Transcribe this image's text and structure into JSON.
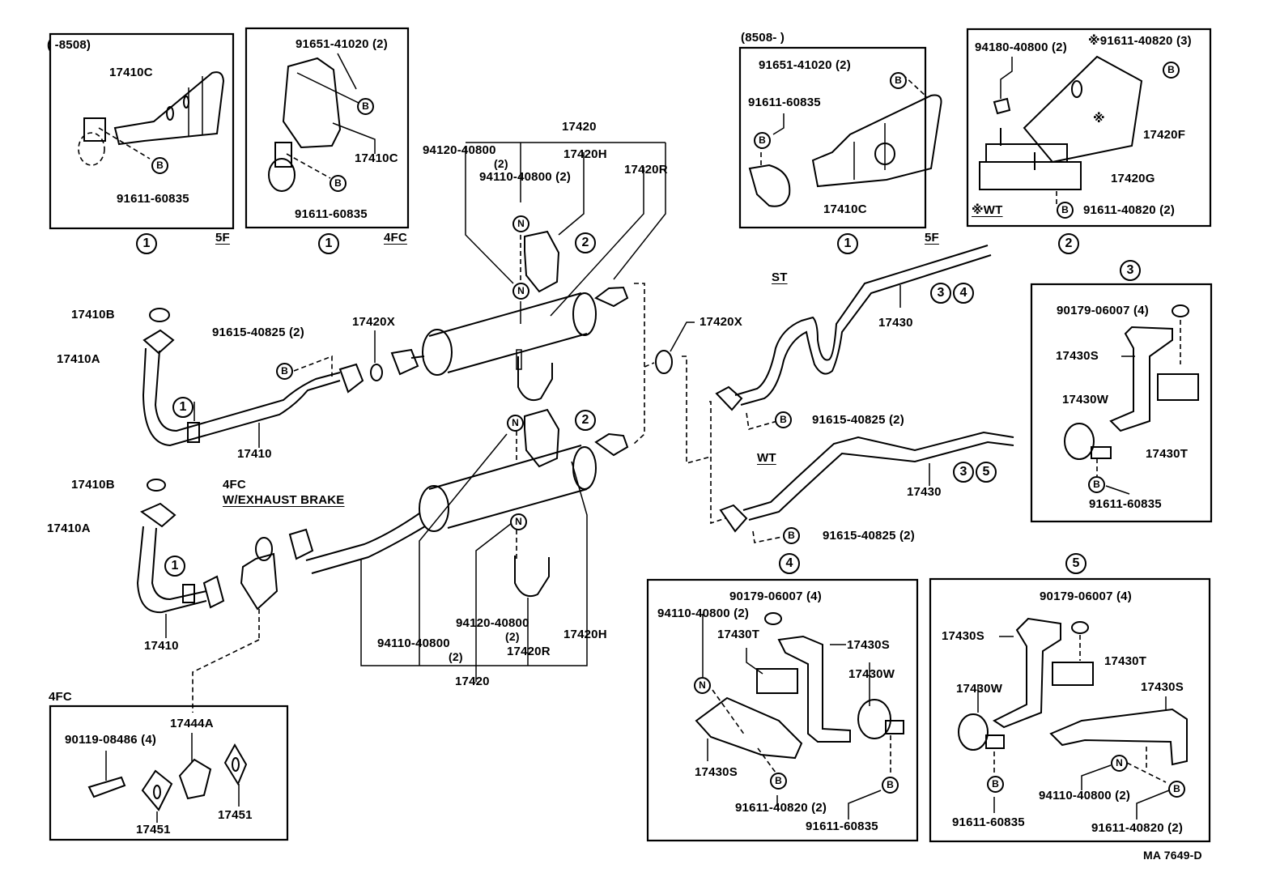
{
  "diagram": {
    "title_code": "MA 7649-D",
    "panels": {
      "p1_5f_early": {
        "date_range": "(       -8508)",
        "callout": "1",
        "variant": "5F",
        "labels": {
          "bracket": "17410C",
          "bolt": "91611-60835"
        },
        "marks": [
          "B"
        ]
      },
      "p1_4fc": {
        "callout": "1",
        "variant": "4FC",
        "labels": {
          "bolt_top": "91651-41020 (2)",
          "bracket": "17410C",
          "bolt_bottom": "91611-60835"
        },
        "marks": [
          "B",
          "B"
        ]
      },
      "p1_5f_late": {
        "date_range": "(8508-        )",
        "callout": "1",
        "variant": "5F",
        "labels": {
          "bolt_top": "91651-41020 (2)",
          "bolt_left": "91611-60835",
          "bracket": "17410C"
        },
        "marks": [
          "B",
          "B"
        ]
      },
      "p2_wt": {
        "callout": "2",
        "variant": "※WT",
        "labels": {
          "nut": "94180-40800 (2)",
          "bolt_top": "※91611-40820 (3)",
          "star": "※",
          "bracket_f": "17420F",
          "bracket_g": "17420G",
          "bolt_bottom": "91611-40820 (2)"
        },
        "marks": [
          "B",
          "B"
        ]
      },
      "p3": {
        "callout": "3",
        "labels": {
          "nut": "90179-06007 (4)",
          "bracket_s": "17430S",
          "clamp_w": "17430W",
          "mount_t": "17430T",
          "bolt": "91611-60835"
        },
        "marks": [
          "B"
        ]
      },
      "p4": {
        "callout": "4",
        "labels": {
          "nut": "90179-06007 (4)",
          "nut_n": "94110-40800 (2)",
          "mount_t": "17430T",
          "bracket_s_top": "17430S",
          "clamp_w": "17430W",
          "bracket_s_bottom": "17430S",
          "bolt_b1": "91611-40820 (2)",
          "bolt_b2": "91611-60835"
        },
        "marks": [
          "N",
          "B",
          "B"
        ]
      },
      "p5": {
        "callout": "5",
        "labels": {
          "nut": "90179-06007 (4)",
          "bracket_s_left": "17430S",
          "mount_t": "17430T",
          "clamp_w": "17430W",
          "bracket_s_right": "17430S",
          "nut_n": "94110-40800 (2)",
          "bolt_left": "91611-60835",
          "bolt_right": "91611-40820 (2)"
        },
        "marks": [
          "B",
          "N",
          "B"
        ]
      },
      "p_4fc_brake": {
        "variant": "4FC",
        "labels": {
          "bolt": "90119-08486 (4)",
          "valve": "17444A",
          "gasket_left": "17451",
          "gasket_right": "17451"
        }
      }
    },
    "main": {
      "upper_front_pipe": {
        "gasket": "17410B",
        "nut": "17410A",
        "callout": "1",
        "pipe": "17410",
        "bolt": "91615-40825 (2)",
        "ring": "17420X"
      },
      "lower_front_pipe": {
        "gasket": "17410B",
        "nut": "17410A",
        "callout": "1",
        "pipe": "17410",
        "variant_line1": "4FC",
        "variant_line2": "W/EXHAUST BRAKE"
      },
      "upper_muffler": {
        "assembly": "17420",
        "nut_94120": "94120-40800",
        "nut_94120_qty": "(2)",
        "nut_94110": "94110-40800 (2)",
        "hanger_h": "17420H",
        "clamp_r": "17420R",
        "callout": "2"
      },
      "lower_muffler": {
        "assembly": "17420",
        "nut_94110": "94110-40800",
        "nut_94110_qty": "(2)",
        "nut_94120": "94120-40800",
        "nut_94120_qty": "(2)",
        "clamp_r": "17420R",
        "hanger_h": "17420H",
        "callout": "2"
      },
      "tail_pipes": {
        "ring": "17420X",
        "st_variant": "ST",
        "st_pipe": "17430",
        "st_callouts": [
          "3",
          "4"
        ],
        "st_bolt": "91615-40825 (2)",
        "wt_variant": "WT",
        "wt_pipe": "17430",
        "wt_callouts": [
          "3",
          "5"
        ],
        "wt_bolt": "91615-40825 (2)"
      }
    }
  }
}
